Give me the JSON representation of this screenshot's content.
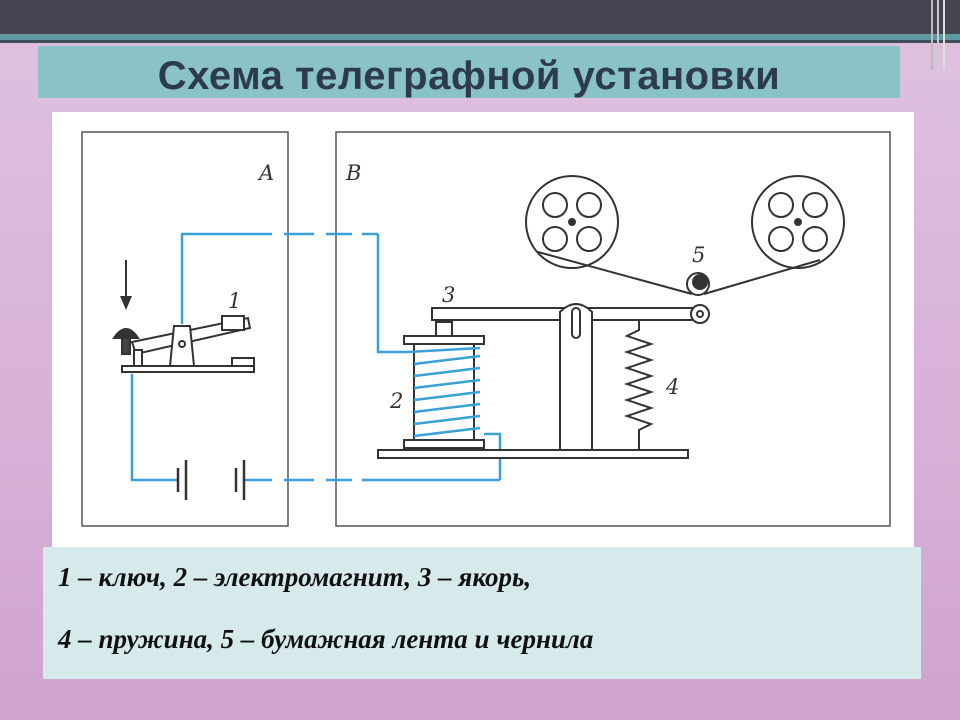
{
  "title": "Схема телеграфной установки",
  "diagram": {
    "panel_a_label": "A",
    "panel_b_label": "B",
    "part_labels": [
      "1",
      "2",
      "3",
      "4",
      "5"
    ]
  },
  "caption": {
    "line1": "1 – ключ, 2 – электромагнит, 3 – якорь,",
    "line2": "4 – пружина, 5 – бумажная  лента и чернила"
  },
  "colors": {
    "wire": "#3aa0dc",
    "title_bar": "#89c2c8",
    "caption_bg": "#d6eaec"
  }
}
